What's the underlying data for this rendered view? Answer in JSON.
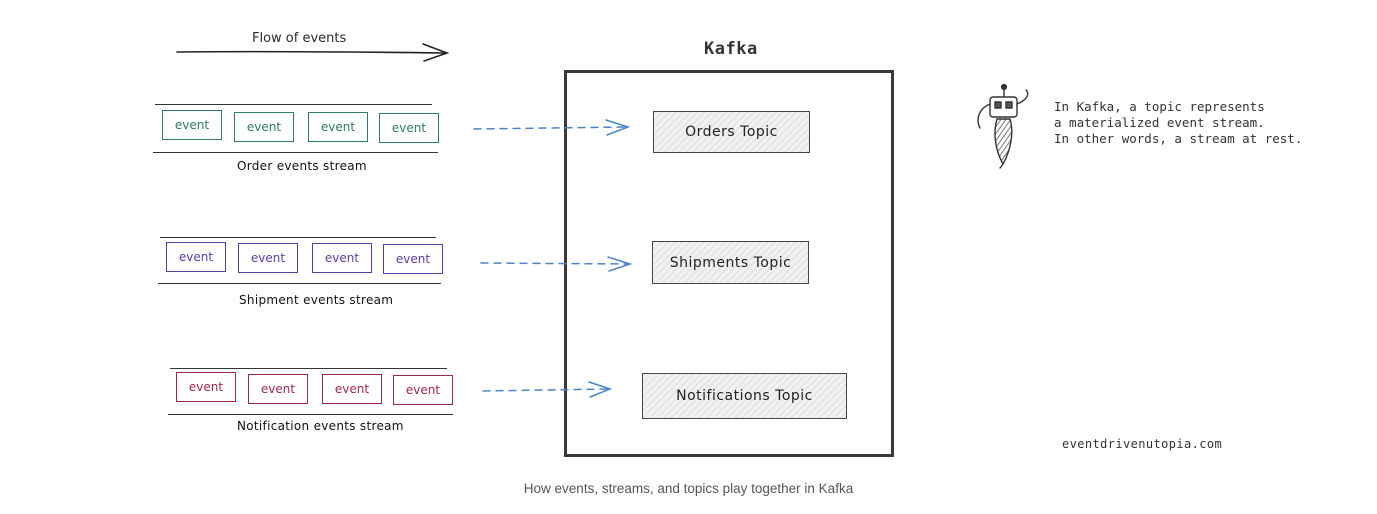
{
  "diagram": {
    "flow_label": "Flow of events",
    "kafka_title": "Kafka",
    "colors": {
      "order": "#2e7d5b",
      "shipment": "#5b3fa8",
      "notification": "#a0284f",
      "arrow": "#4a86c5"
    },
    "streams": [
      {
        "label": "Order events stream",
        "events": [
          "event",
          "event",
          "event",
          "event"
        ],
        "color_key": "order",
        "topic": "Orders Topic"
      },
      {
        "label": "Shipment events stream",
        "events": [
          "event",
          "event",
          "event",
          "event"
        ],
        "color_key": "shipment",
        "topic": "Shipments Topic"
      },
      {
        "label": "Notification events stream",
        "events": [
          "event",
          "event",
          "event",
          "event"
        ],
        "color_key": "notification",
        "topic": "Notifications Topic"
      }
    ],
    "note": "In Kafka, a topic represents\na materialized event stream.\nIn other words, a stream at rest.",
    "robot_icon": "robot-icon",
    "site": "eventdrivenutopia.com",
    "caption": "How events, streams, and topics play together in Kafka"
  }
}
